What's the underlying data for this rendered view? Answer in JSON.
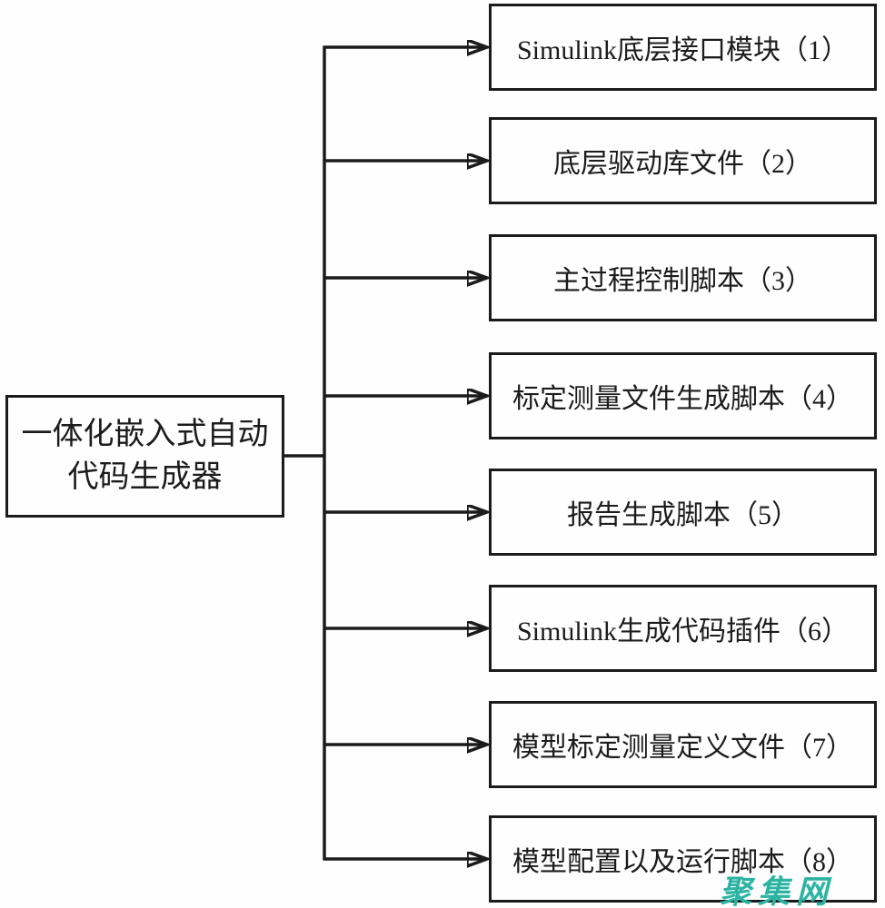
{
  "diagram": {
    "root": {
      "line1": "一体化嵌入式自动",
      "line2": "代码生成器"
    },
    "modules": [
      {
        "label": "Simulink底层接口模块（1）"
      },
      {
        "label": "底层驱动库文件（2）"
      },
      {
        "label": "主过程控制脚本（3）"
      },
      {
        "label": "标定测量文件生成脚本（4）"
      },
      {
        "label": "报告生成脚本（5）"
      },
      {
        "label": "Simulink生成代码插件（6）"
      },
      {
        "label": "模型标定测量定义文件（7）"
      },
      {
        "label": "模型配置以及运行脚本（8）"
      }
    ],
    "watermark": {
      "text": "聚集网",
      "color": "#2bb3a3"
    },
    "colors": {
      "line": "#1b1b1b",
      "background": "#fefefe",
      "text": "#1c1c1c"
    }
  }
}
